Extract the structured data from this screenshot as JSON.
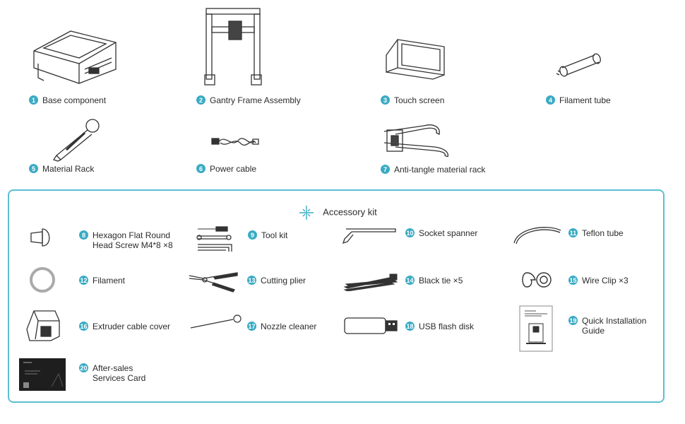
{
  "colors": {
    "accent": "#3aabc3",
    "frame": "#5bbfd2",
    "line": "#333333"
  },
  "items": [
    {
      "num": "1",
      "label": "Base component",
      "icon": "printer-base-icon"
    },
    {
      "num": "2",
      "label": "Gantry Frame Assembly",
      "icon": "gantry-frame-icon"
    },
    {
      "num": "3",
      "label": "Touch screen",
      "icon": "touch-screen-icon"
    },
    {
      "num": "4",
      "label": "Filament tube",
      "icon": "filament-tube-icon"
    },
    {
      "num": "5",
      "label": "Material Rack",
      "icon": "material-rack-icon"
    },
    {
      "num": "6",
      "label": "Power cable",
      "icon": "power-cable-icon"
    },
    {
      "num": "7",
      "label": "Anti-tangle material rack",
      "icon": "anti-tangle-rack-icon"
    }
  ],
  "accessory_kit": {
    "title": "Accessory kit",
    "items": [
      {
        "num": "8",
        "label": "Hexagon Flat Round\nHead Screw M4*8 ×8",
        "icon": "screw-icon"
      },
      {
        "num": "9",
        "label": "Tool kit",
        "icon": "tool-kit-icon"
      },
      {
        "num": "10",
        "label": "Socket spanner",
        "icon": "socket-spanner-icon"
      },
      {
        "num": "11",
        "label": "Teflon tube",
        "icon": "teflon-tube-icon"
      },
      {
        "num": "12",
        "label": "Filament",
        "icon": "filament-coil-icon"
      },
      {
        "num": "13",
        "label": "Cutting plier",
        "icon": "cutting-plier-icon"
      },
      {
        "num": "14",
        "label": "Black tie ×5",
        "icon": "cable-tie-icon"
      },
      {
        "num": "15",
        "label": "Wire Clip ×3",
        "icon": "wire-clip-icon"
      },
      {
        "num": "16",
        "label": "Extruder cable cover",
        "icon": "extruder-cover-icon"
      },
      {
        "num": "17",
        "label": "Nozzle cleaner",
        "icon": "nozzle-cleaner-icon"
      },
      {
        "num": "18",
        "label": "USB flash disk",
        "icon": "usb-flash-icon"
      },
      {
        "num": "19",
        "label": "Quick Installation\nGuide",
        "icon": "quick-guide-icon"
      },
      {
        "num": "20",
        "label": "After-sales\nServices Card",
        "icon": "service-card-icon"
      }
    ]
  }
}
